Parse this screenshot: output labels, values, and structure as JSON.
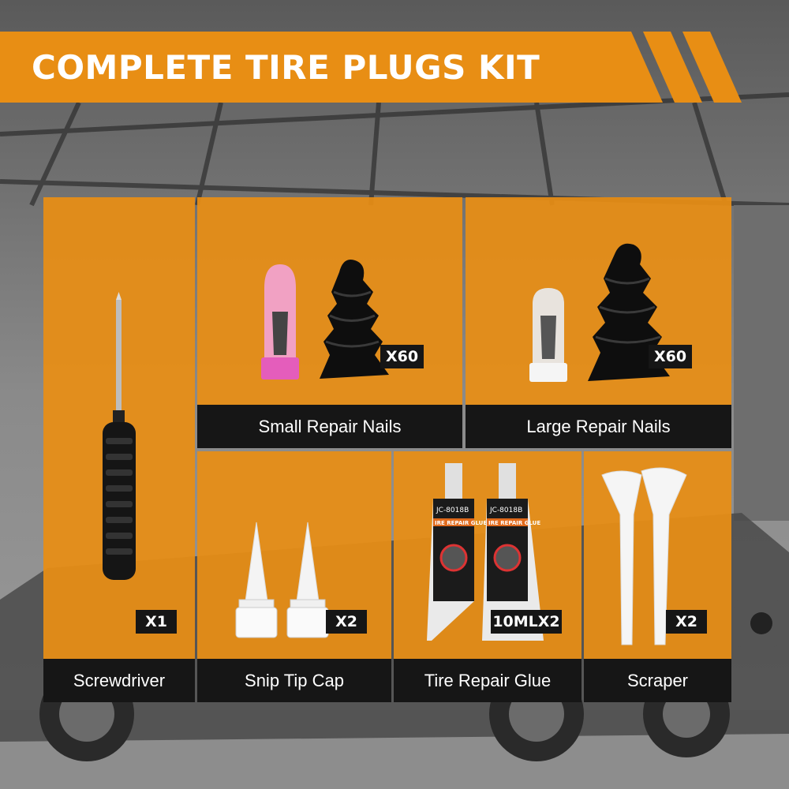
{
  "banner": {
    "title": "COMPLETE TIRE PLUGS KIT"
  },
  "items": [
    {
      "label": "Screwdriver",
      "quantity": "X1"
    },
    {
      "label": "Small Repair Nails",
      "quantity": "X60"
    },
    {
      "label": "Large Repair Nails",
      "quantity": "X60"
    },
    {
      "label": "Snip Tip Cap",
      "quantity": "X2"
    },
    {
      "label": "Tire Repair Glue",
      "quantity": "10MLX2",
      "tube_text": [
        "JC-8018B",
        "IRE REPAIR GLUE"
      ]
    },
    {
      "label": "Scraper",
      "quantity": "X2"
    }
  ],
  "colors": {
    "accent": "#E88E14",
    "label_bg": "#161616",
    "text": "#FFFFFF"
  }
}
